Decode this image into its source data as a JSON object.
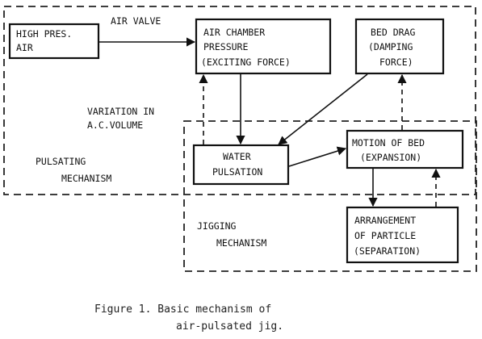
{
  "labels": {
    "high_pres_air": [
      "HIGH PRES.",
      "AIR"
    ],
    "air_valve": "AIR VALVE",
    "air_chamber": [
      "AIR CHAMBER",
      "PRESSURE",
      "(EXCITING FORCE)"
    ],
    "bed_drag": [
      "BED DRAG",
      "(DAMPING",
      "FORCE)"
    ],
    "variation": [
      "VARIATION IN",
      "A.C.VOLUME"
    ],
    "pulsating": [
      "PULSATING",
      "MECHANISM"
    ],
    "water_pulsation": [
      "WATER",
      "PULSATION"
    ],
    "motion_of_bed": [
      "MOTION OF BED",
      "(EXPANSION)"
    ],
    "jigging": [
      "JIGGING",
      "MECHANISM"
    ],
    "arrangement": [
      "ARRANGEMENT",
      "OF PARTICLE",
      "(SEPARATION)"
    ]
  },
  "caption": [
    "Figure 1. Basic mechanism of",
    "air-pulsated jig."
  ]
}
